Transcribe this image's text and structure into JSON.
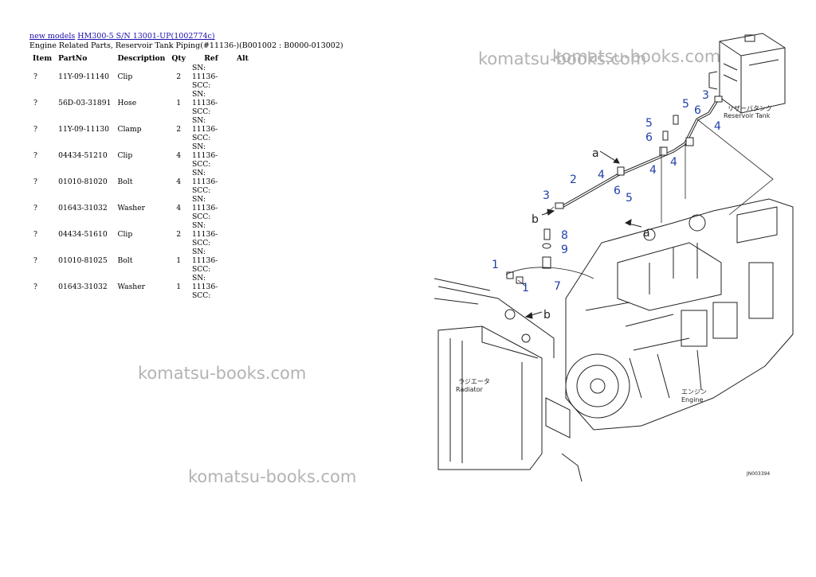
{
  "breadcrumb": {
    "link1": "new models",
    "link2": "HM300-5 S/N 13001-UP(1002774c)"
  },
  "subtitle": "Engine Related Parts, Reservoir Tank Piping(#11136-)(B001002 : B0000-013002)",
  "table": {
    "headers": {
      "item": "Item",
      "partno": "PartNo",
      "description": "Description",
      "qty": "Qty",
      "ref": "Ref",
      "alt": "Alt"
    },
    "rows": [
      {
        "item": "?",
        "partno": "11Y-09-11140",
        "description": "Clip",
        "qty": "2",
        "ref": "SN: 11136-SCC:",
        "alt": ""
      },
      {
        "item": "?",
        "partno": "56D-03-31891",
        "description": "Hose",
        "qty": "1",
        "ref": "SN: 11136-SCC:",
        "alt": ""
      },
      {
        "item": "?",
        "partno": "11Y-09-11130",
        "description": "Clamp",
        "qty": "2",
        "ref": "SN: 11136-SCC:",
        "alt": ""
      },
      {
        "item": "?",
        "partno": "04434-51210",
        "description": "Clip",
        "qty": "4",
        "ref": "SN: 11136-SCC:",
        "alt": ""
      },
      {
        "item": "?",
        "partno": "01010-81020",
        "description": "Bolt",
        "qty": "4",
        "ref": "SN: 11136-SCC:",
        "alt": ""
      },
      {
        "item": "?",
        "partno": "01643-31032",
        "description": "Washer",
        "qty": "4",
        "ref": "SN: 11136-SCC:",
        "alt": ""
      },
      {
        "item": "?",
        "partno": "04434-51610",
        "description": "Clip",
        "qty": "2",
        "ref": "SN: 11136-SCC:",
        "alt": ""
      },
      {
        "item": "?",
        "partno": "01010-81025",
        "description": "Bolt",
        "qty": "1",
        "ref": "SN: 11136-SCC:",
        "alt": ""
      },
      {
        "item": "?",
        "partno": "01643-31032",
        "description": "Washer",
        "qty": "1",
        "ref": "SN: 11136-SCC:",
        "alt": ""
      }
    ]
  },
  "watermark": "komatsu-books.com",
  "diagram": {
    "reservoir_label_jp": "リザーバタンク",
    "reservoir_label": "Reservoir Tank",
    "radiator_label_jp": "ラジエータ",
    "radiator_label": "Radiator",
    "engine_label_jp": "エンジン",
    "engine_label": "Engine",
    "drawing_code": "JN003394",
    "callouts": {
      "n1": "1",
      "n2": "2",
      "n3": "3",
      "n4": "4",
      "n5": "5",
      "n6": "6",
      "n7": "7",
      "n8": "8",
      "n9": "9",
      "a": "a",
      "b": "b"
    },
    "colors": {
      "callout": "#1f3ea8",
      "line": "#222222"
    }
  }
}
